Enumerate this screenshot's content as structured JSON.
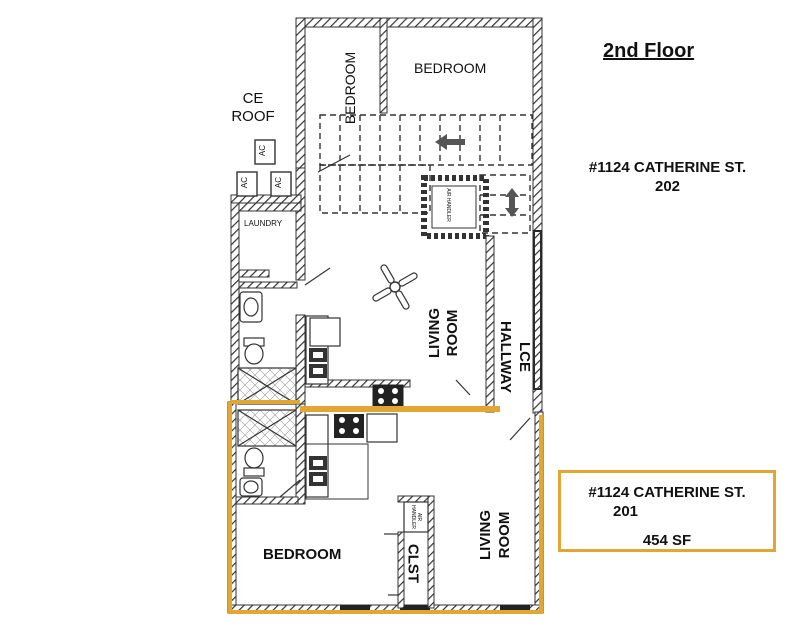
{
  "floor_title": "2nd Floor",
  "roof_label": "CE\nROOF",
  "ac_units": [
    "AC",
    "AC",
    "AC"
  ],
  "rooms": {
    "bedroom_upper_left": "BEDROOM",
    "bedroom_upper_right": "BEDROOM",
    "laundry": "LAUNDRY",
    "living_room_upper": "LIVING\nROOM",
    "hallway": "LCE\nHALLWAY",
    "air_handler_upper": "AIR HANDLER",
    "bedroom_lower": "BEDROOM",
    "closet": "CLST",
    "living_room_lower": "LIVING\nROOM",
    "air_handler_lower": "AIR\nHANDLER"
  },
  "unit_202": {
    "address": "#1124 CATHERINE ST.",
    "unit": "202"
  },
  "unit_201": {
    "address": "#1124 CATHERINE ST.",
    "unit": "201",
    "area": "454 SF"
  },
  "colors": {
    "wall": "#333333",
    "highlight": "#E2A632",
    "background": "#ffffff"
  }
}
